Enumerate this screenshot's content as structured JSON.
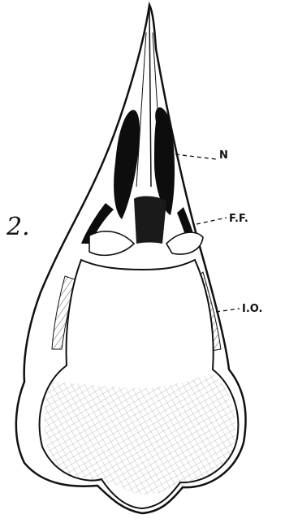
{
  "figure": {
    "number": "2.",
    "labels": {
      "n": "N",
      "ff": "F.F.",
      "io": "I.O."
    }
  }
}
